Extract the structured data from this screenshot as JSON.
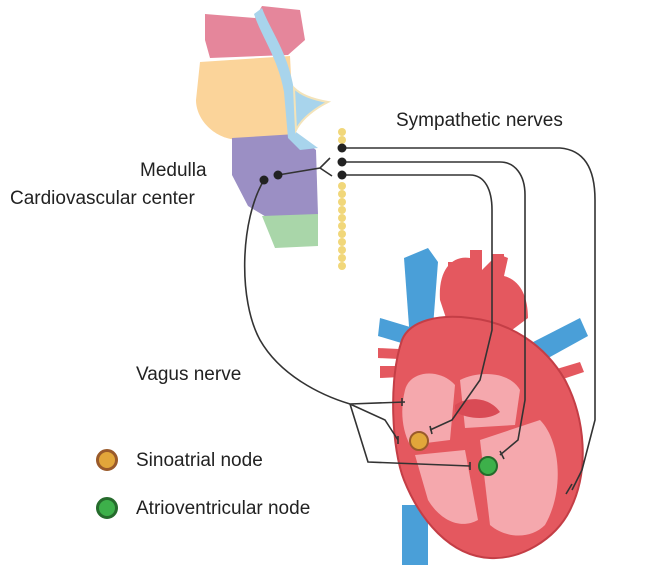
{
  "labels": {
    "sympathetic": "Sympathetic nerves",
    "medulla": "Medulla",
    "cardio_center": "Cardiovascular center",
    "vagus": "Vagus nerve"
  },
  "legend": [
    {
      "label": "Sinoatrial node",
      "fill": "#e2a63a",
      "stroke": "#9a5a2a"
    },
    {
      "label": "Atrioventricular node",
      "fill": "#3db04a",
      "stroke": "#256b2c"
    }
  ],
  "colors": {
    "brainstem_pink": "#e5869b",
    "brainstem_orange": "#fbd49a",
    "brainstem_purple": "#9b8fc4",
    "brainstem_green": "#a9d6a9",
    "csf_blue": "#a8d4ec",
    "spinal_cord": "#f1d77a",
    "heart_red": "#e4585f",
    "heart_pink": "#f5a8ad",
    "vessel_blue": "#4a9fd8",
    "nerve": "#333333"
  }
}
